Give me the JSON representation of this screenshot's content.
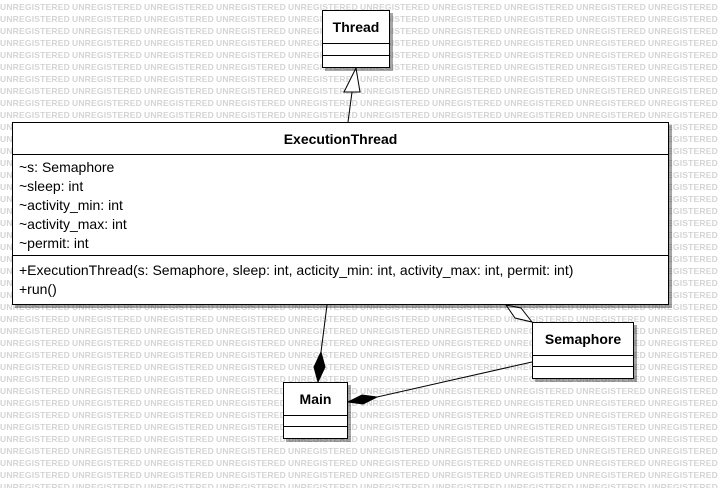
{
  "watermark": {
    "text": "UNREGISTERED"
  },
  "classes": {
    "thread": {
      "name": "Thread",
      "attributes": [],
      "operations": []
    },
    "execution_thread": {
      "name": "ExecutionThread",
      "attributes": [
        "~s: Semaphore",
        "~sleep: int",
        "~activity_min: int",
        "~activity_max: int",
        "~permit: int"
      ],
      "operations": [
        "+ExecutionThread(s: Semaphore, sleep: int, acticity_min: int, activity_max: int, permit: int)",
        "+run()"
      ]
    },
    "semaphore": {
      "name": "Semaphore",
      "attributes": [],
      "operations": []
    },
    "main": {
      "name": "Main",
      "attributes": [],
      "operations": []
    }
  },
  "relationships": [
    {
      "from": "ExecutionThread",
      "to": "Thread",
      "kind": "generalization"
    },
    {
      "from": "ExecutionThread",
      "to": "Main",
      "kind": "composition"
    },
    {
      "from": "Semaphore",
      "to": "Main",
      "kind": "composition"
    },
    {
      "from": "Semaphore",
      "to": "ExecutionThread",
      "kind": "aggregation"
    }
  ]
}
